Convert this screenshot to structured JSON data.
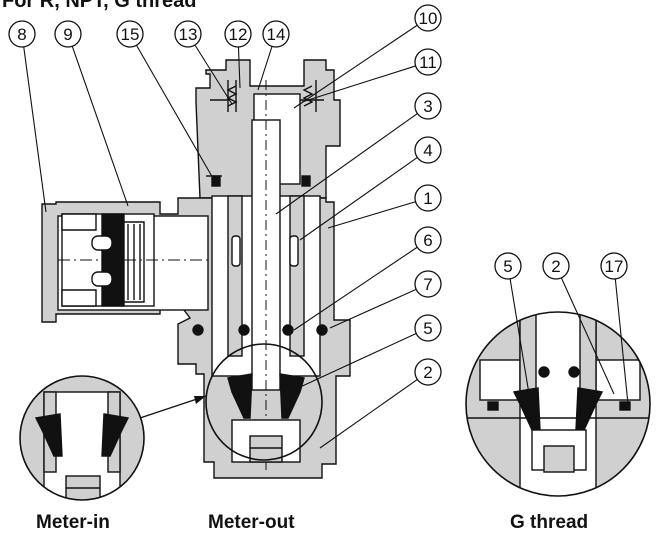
{
  "header": {
    "title": "For R, NPT, G thread"
  },
  "callouts": {
    "main": [
      "8",
      "9",
      "15",
      "13",
      "12",
      "14",
      "10",
      "11",
      "3",
      "4",
      "1",
      "6",
      "7",
      "5",
      "2"
    ],
    "detail": [
      "5",
      "2",
      "17"
    ]
  },
  "captions": {
    "meter_in": "Meter-in",
    "meter_out": "Meter-out",
    "g_thread": "G thread"
  },
  "colors": {
    "body_fill": "#d0d0d0",
    "seal_fill": "#111111",
    "line": "#111111"
  }
}
